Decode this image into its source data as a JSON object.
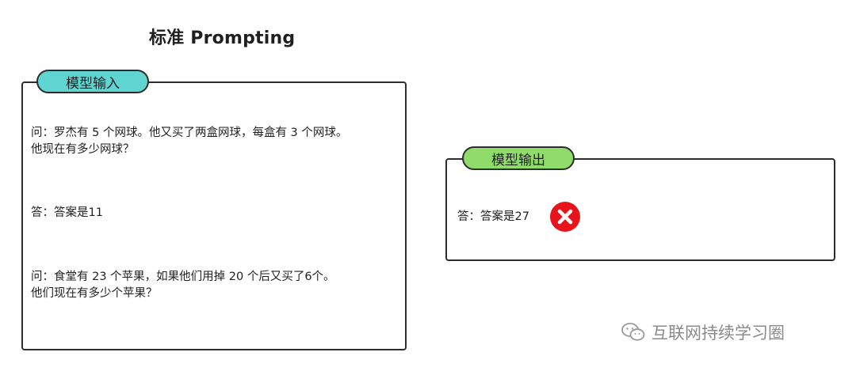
{
  "title": "标准 Prompting",
  "input_panel": {
    "tab_label": "模型输入",
    "tab_color": "#5fd4d0",
    "question1_line1": "问：罗杰有 5 个网球。他又买了两盒网球，每盒有 3 个网球。",
    "question1_line2": "他现在有多少网球？",
    "answer1": "答：答案是11",
    "question2_line1": "问：食堂有 23 个苹果，如果他们用掉 20 个后又买了6个。",
    "question2_line2": "他们现在有多少个苹果？"
  },
  "output_panel": {
    "tab_label": "模型输出",
    "tab_color": "#8fdc6a",
    "answer": "答：答案是27",
    "result_icon": "wrong-x-icon",
    "result_color": "#e8141c"
  },
  "watermark": {
    "icon": "wechat-icon",
    "text": "互联网持续学习圈"
  }
}
